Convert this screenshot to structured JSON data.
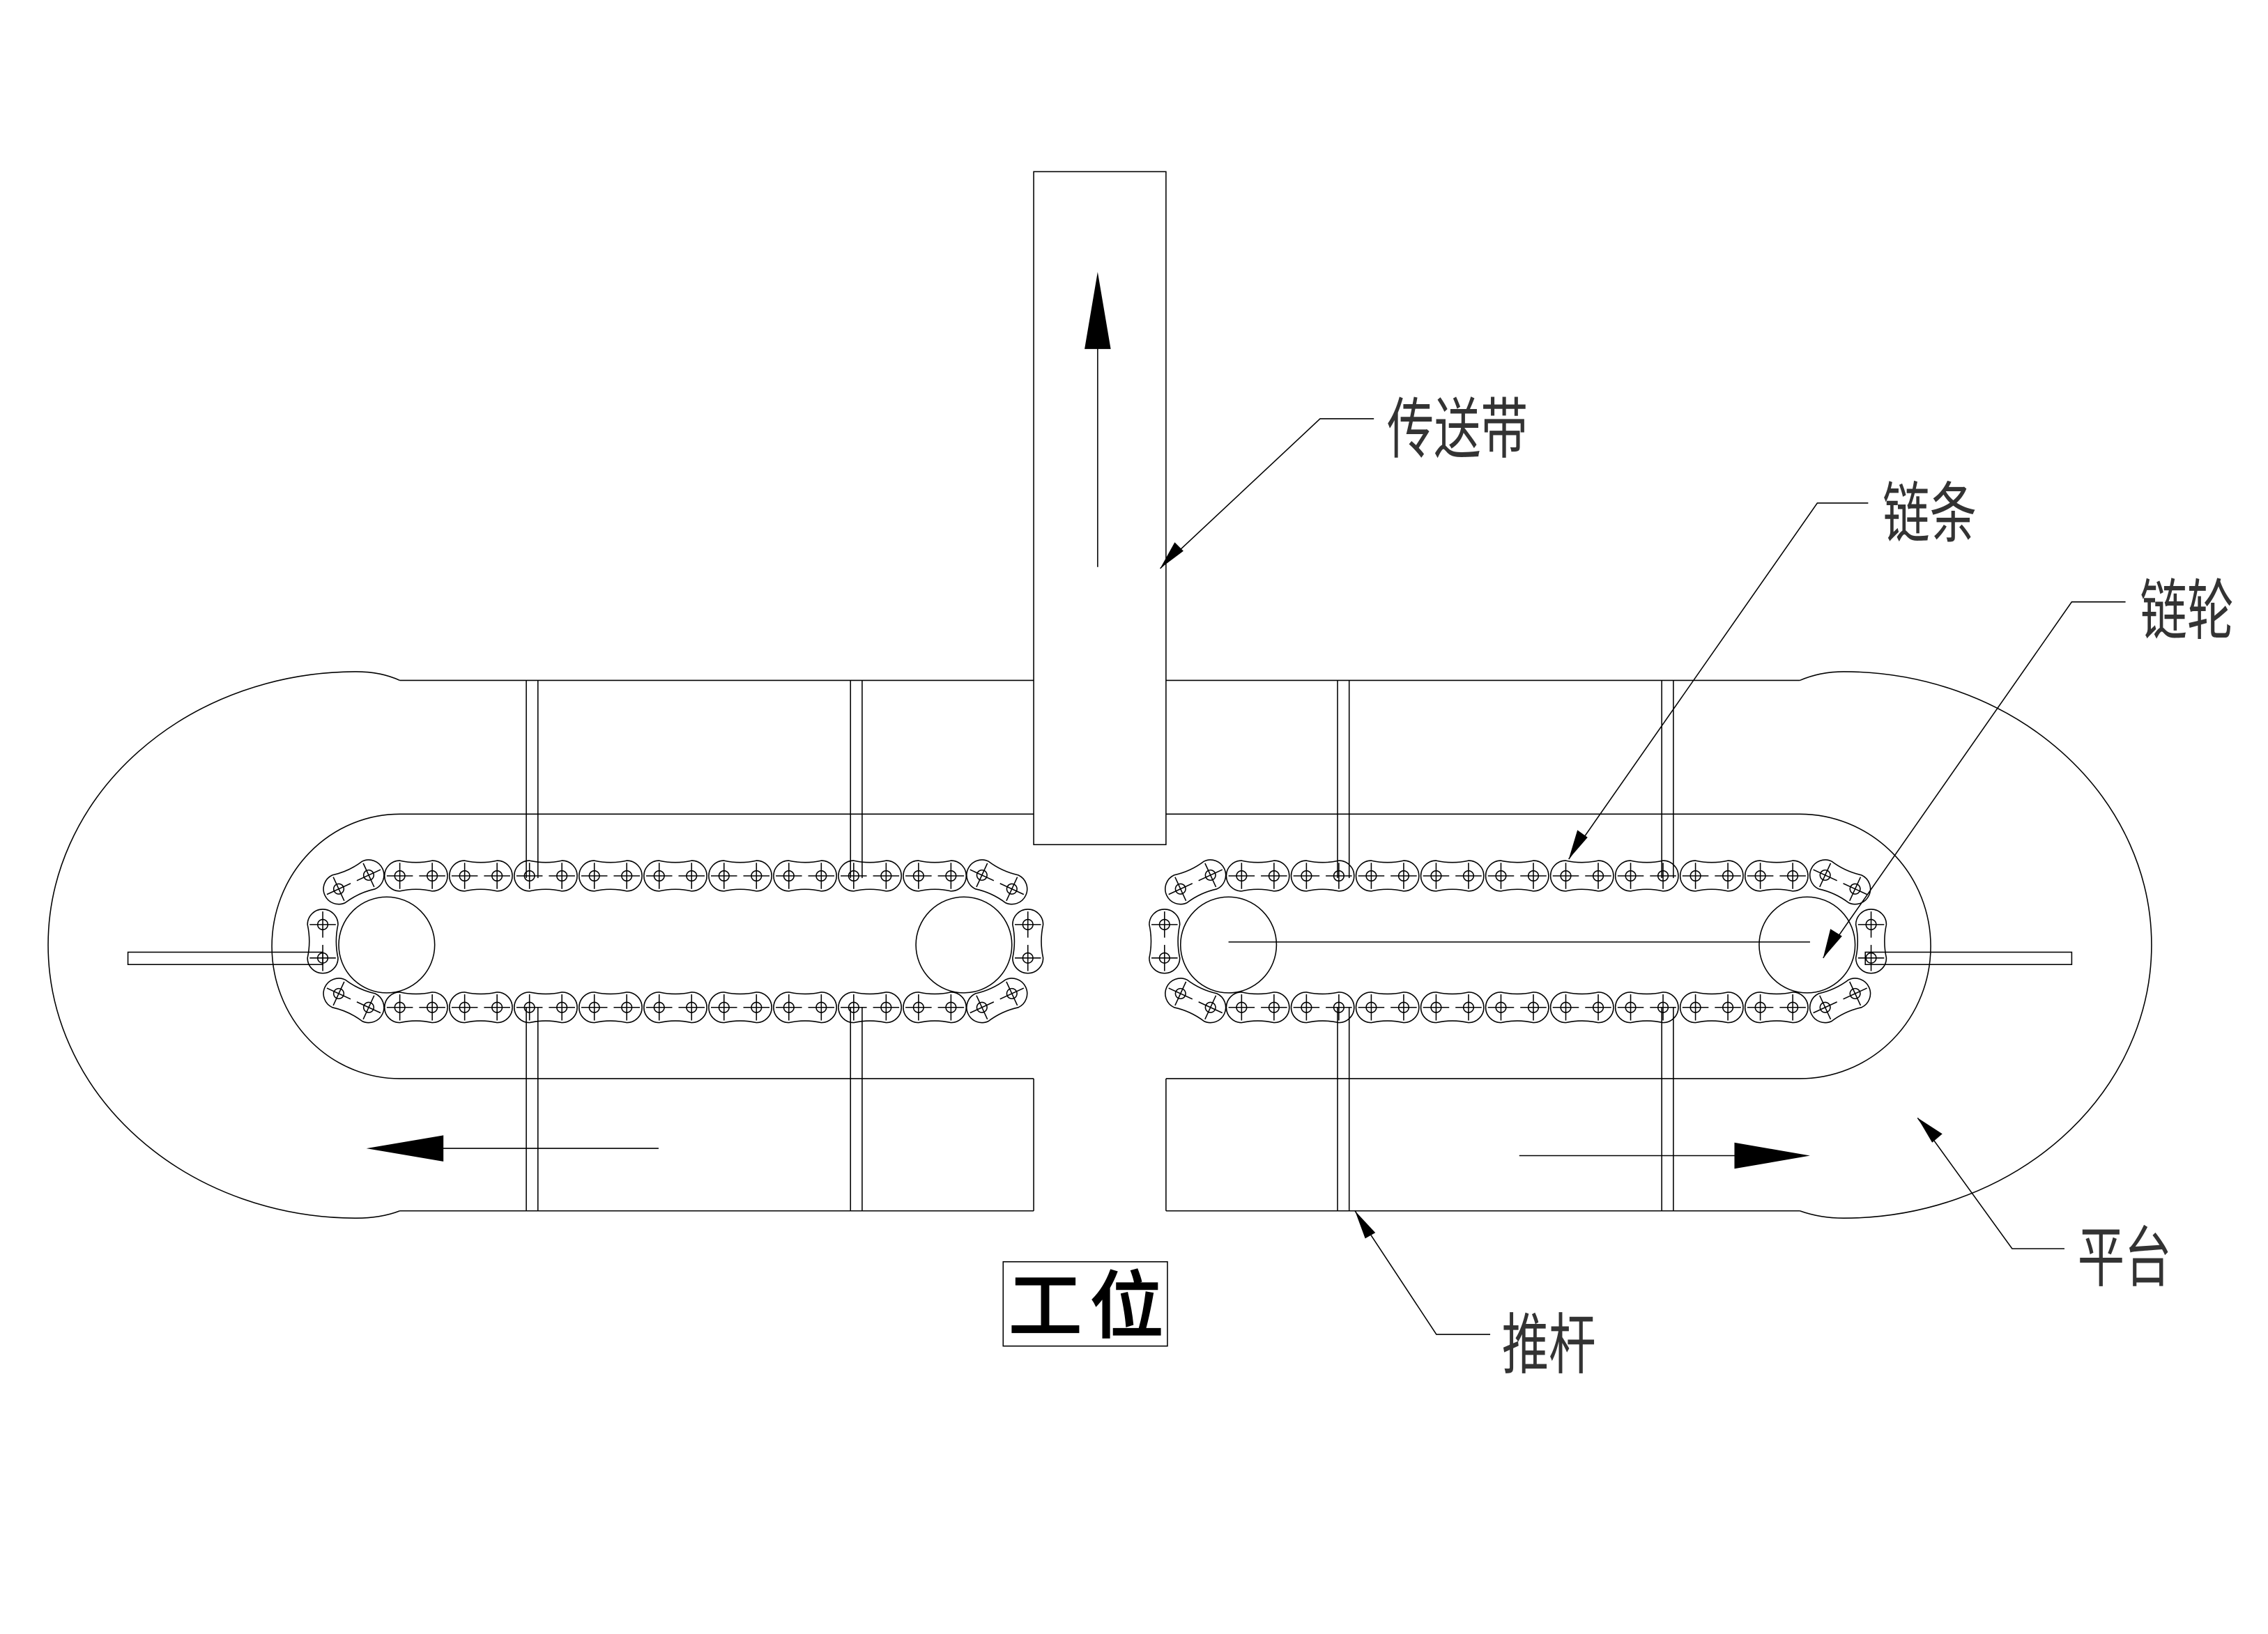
{
  "labels": {
    "conveyor_belt": "传送带",
    "chain": "链条",
    "sprocket": "链轮",
    "platform": "平台",
    "push_rod": "推杆",
    "workstation": "工位"
  },
  "colors": {
    "line": "#000000",
    "background": "#ffffff"
  }
}
